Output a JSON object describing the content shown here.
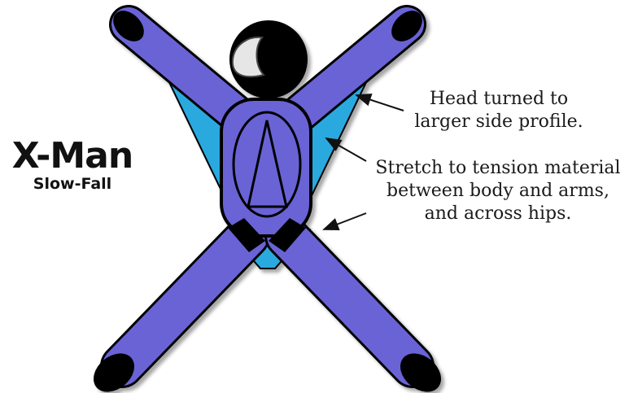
{
  "title": "X-Man",
  "subtitle": "Slow-Fall",
  "callouts": [
    {
      "line1": "Head turned to",
      "line2": "larger side profile."
    },
    {
      "line1": "Stretch to tension material",
      "line2": "between body and arms,",
      "line3": "and across hips."
    }
  ],
  "colors": {
    "suit": "#6a63d6",
    "wing_material": "#29a9df",
    "outline": "#000000",
    "helmet": "#000000",
    "visor": "#e6e6e6"
  }
}
